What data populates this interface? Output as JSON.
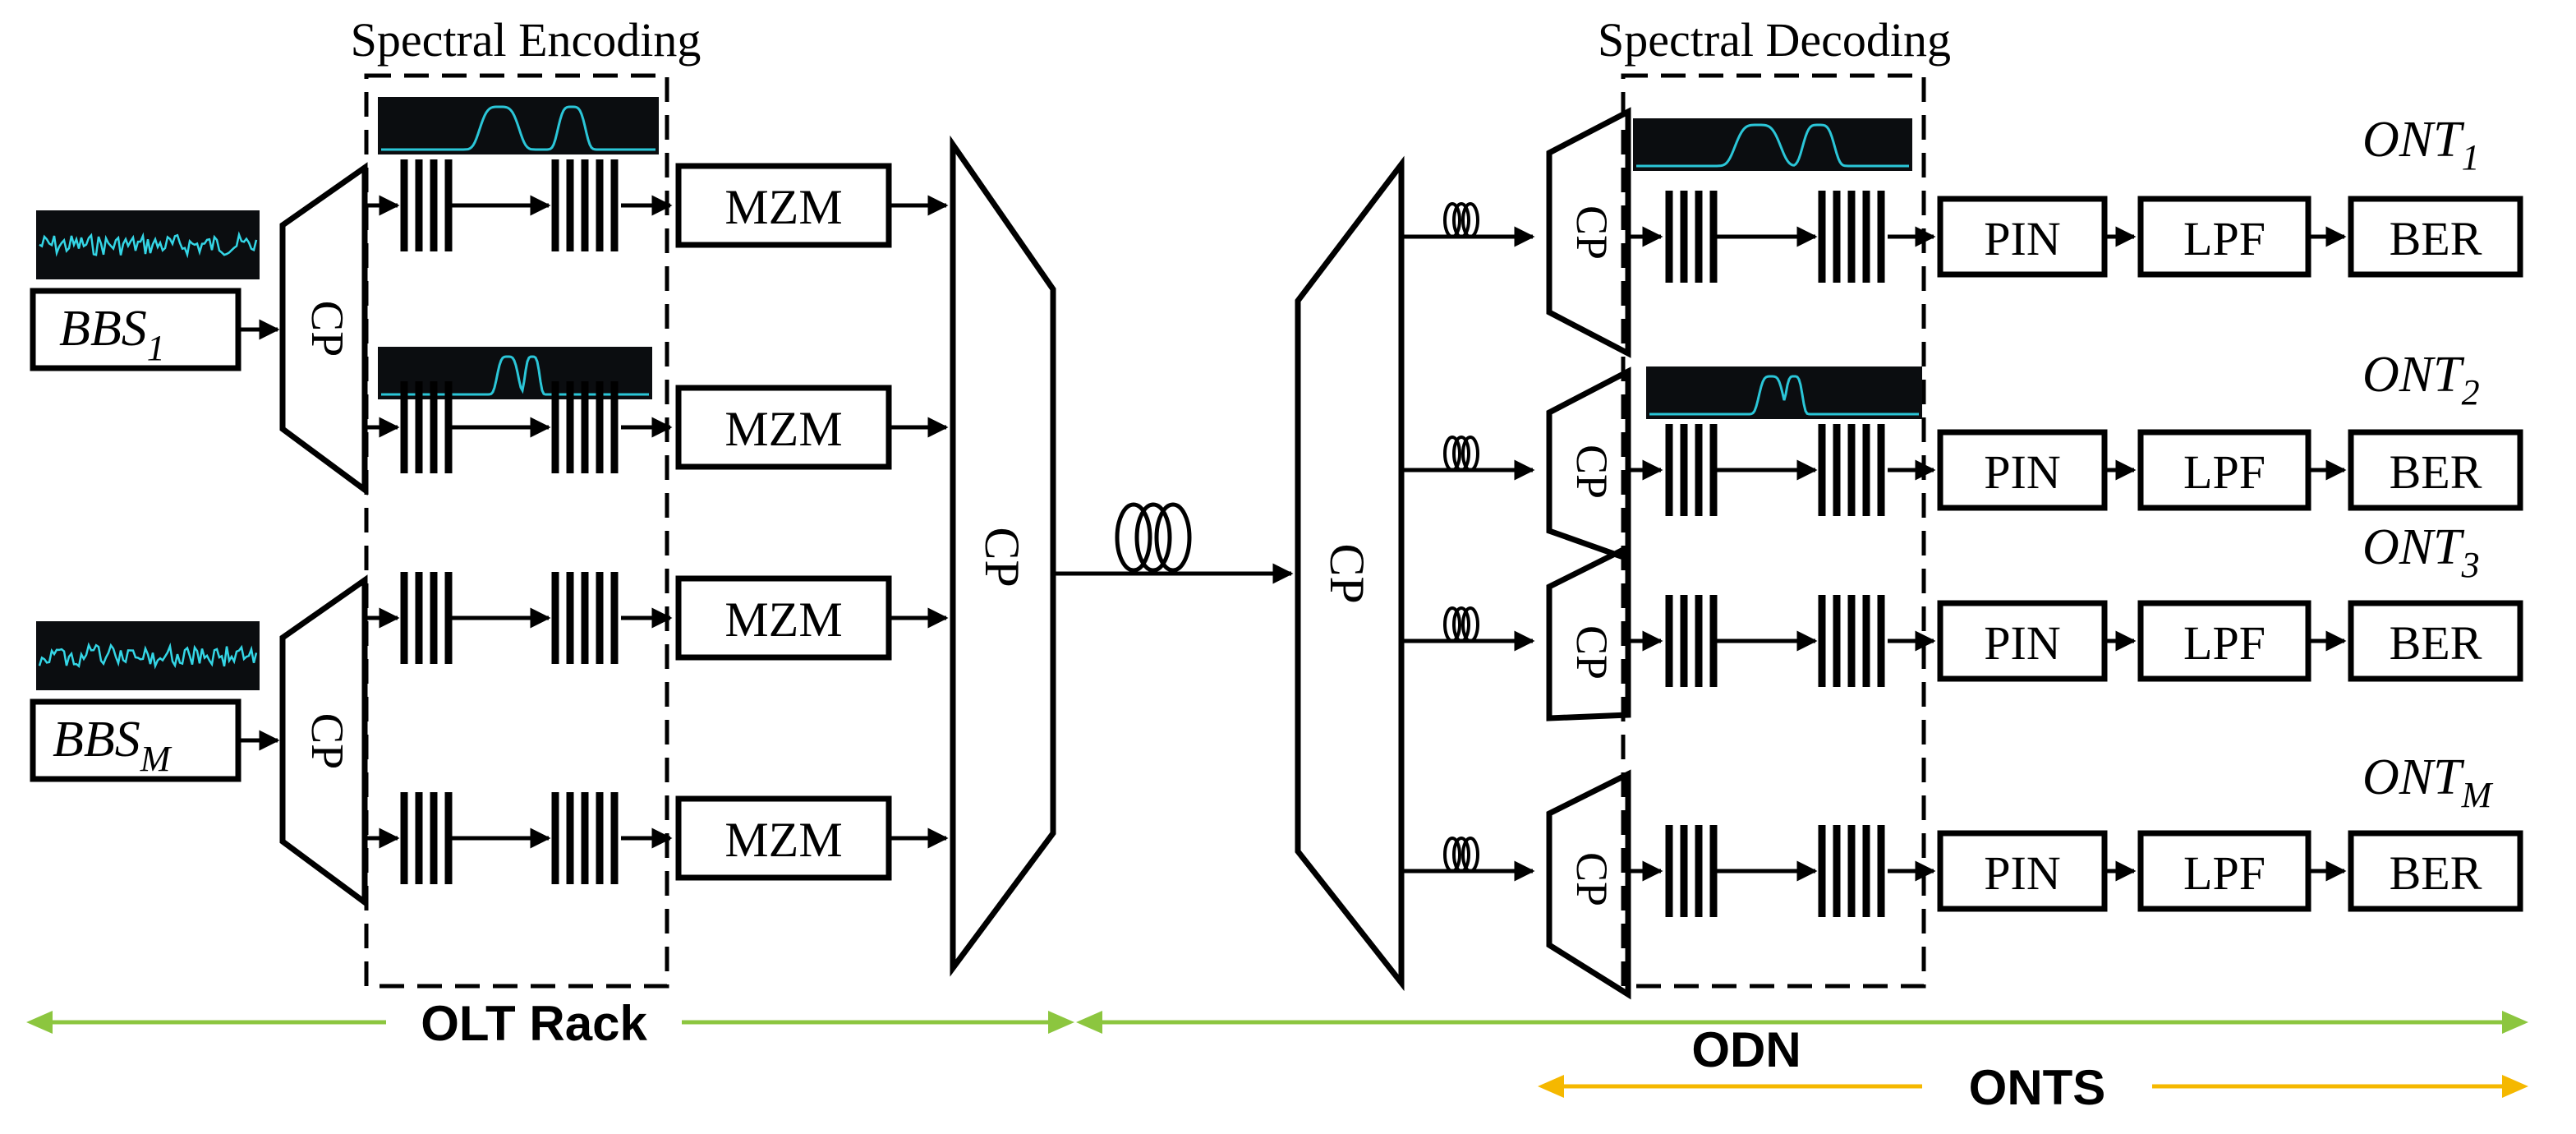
{
  "encoding_label": "Spectral Encoding",
  "decoding_label": "Spectral Decoding",
  "sources": [
    {
      "name": "BBS",
      "sub": "1"
    },
    {
      "name": "BBS",
      "sub": "M"
    }
  ],
  "coupler_label": "CP",
  "modulator_label": "MZM",
  "receiver": {
    "pin": "PIN",
    "lpf": "LPF",
    "ber": "BER"
  },
  "onts": [
    {
      "name": "ONT",
      "sub": "1"
    },
    {
      "name": "ONT",
      "sub": "2"
    },
    {
      "name": "ONT",
      "sub": "3"
    },
    {
      "name": "ONT",
      "sub": "M"
    }
  ],
  "spans": {
    "olt_rack": "OLT Rack",
    "odn": "ODN",
    "onts": "ONTS"
  },
  "colors": {
    "green_arrow": "#8cc63f",
    "yellow_arrow": "#f5b800",
    "scope_trace": "#2bc6d8"
  }
}
